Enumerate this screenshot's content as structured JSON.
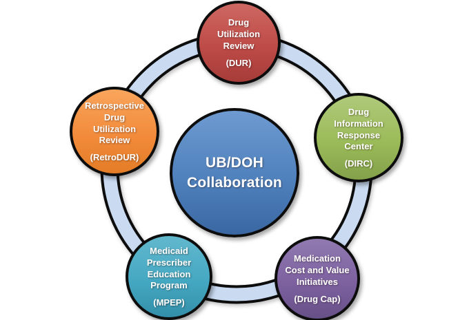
{
  "center": {
    "label": "UB/DOH\nCollaboration",
    "color": "#4F81BD",
    "gradient_top": "#6E9AD0",
    "gradient_bottom": "#3A67A2"
  },
  "ring": {
    "fill": "#C9DAF1",
    "edge": "#0D0D0D"
  },
  "nodes": [
    {
      "id": "dur",
      "label": "Drug\nUtilization\nReview",
      "acronym": "(DUR)",
      "color": "#BE4B47",
      "gradient_top": "#CE6862",
      "gradient_bottom": "#A63C39"
    },
    {
      "id": "dirc",
      "label": "Drug\nInformation\nResponse\nCenter",
      "acronym": "(DIRC)",
      "color": "#9BBB59",
      "gradient_top": "#AFC97A",
      "gradient_bottom": "#83A14A"
    },
    {
      "id": "drugcap",
      "label": "Medication\nCost and Value\nInitiatives",
      "acronym": "(Drug Cap)",
      "color": "#7D61A0",
      "gradient_top": "#907AB0",
      "gradient_bottom": "#675087"
    },
    {
      "id": "mpep",
      "label": "Medicaid\nPrescriber\nEducation\nProgram",
      "acronym": "(MPEP)",
      "color": "#45A8C2",
      "gradient_top": "#62B8CD",
      "gradient_bottom": "#338FA9"
    },
    {
      "id": "retrodur",
      "label": "Retrospective\nDrug\nUtilization\nReview",
      "acronym": "(RetroDUR)",
      "color": "#F28B3B",
      "gradient_top": "#F9A55C",
      "gradient_bottom": "#E37C26"
    }
  ]
}
